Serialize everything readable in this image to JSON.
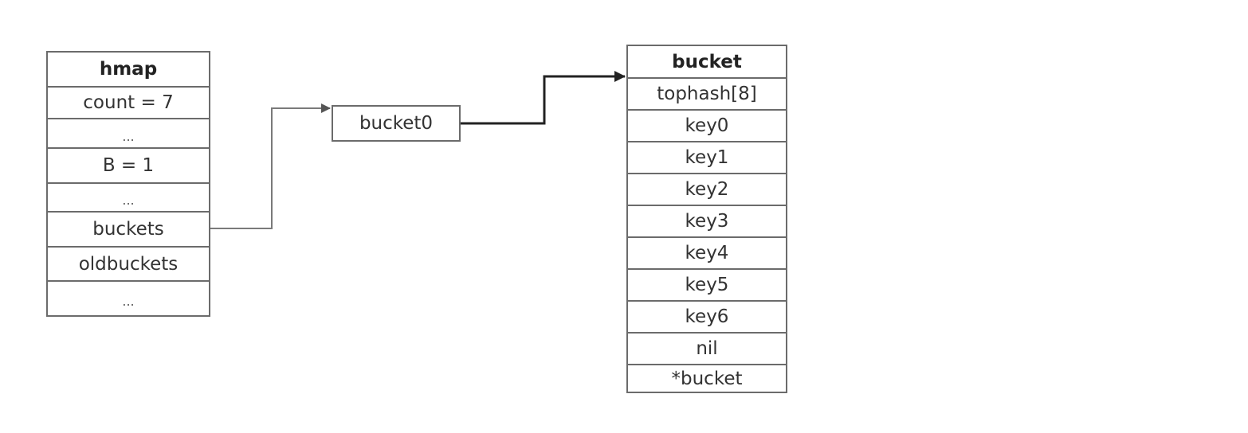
{
  "hmap": {
    "title": "hmap",
    "fields": [
      "count = 7",
      "...",
      "B = 1",
      "...",
      "buckets",
      "oldbuckets",
      "..."
    ]
  },
  "bucket0": {
    "label": "bucket0"
  },
  "bucket": {
    "title": "bucket",
    "fields": [
      "tophash[8]",
      "key0",
      "key1",
      "key2",
      "key3",
      "key4",
      "key5",
      "key6",
      "nil",
      "*bucket"
    ]
  },
  "colors": {
    "border": "#6b6b6b",
    "thin_arrow": "#7a7a7a",
    "bold_arrow": "#222222"
  }
}
